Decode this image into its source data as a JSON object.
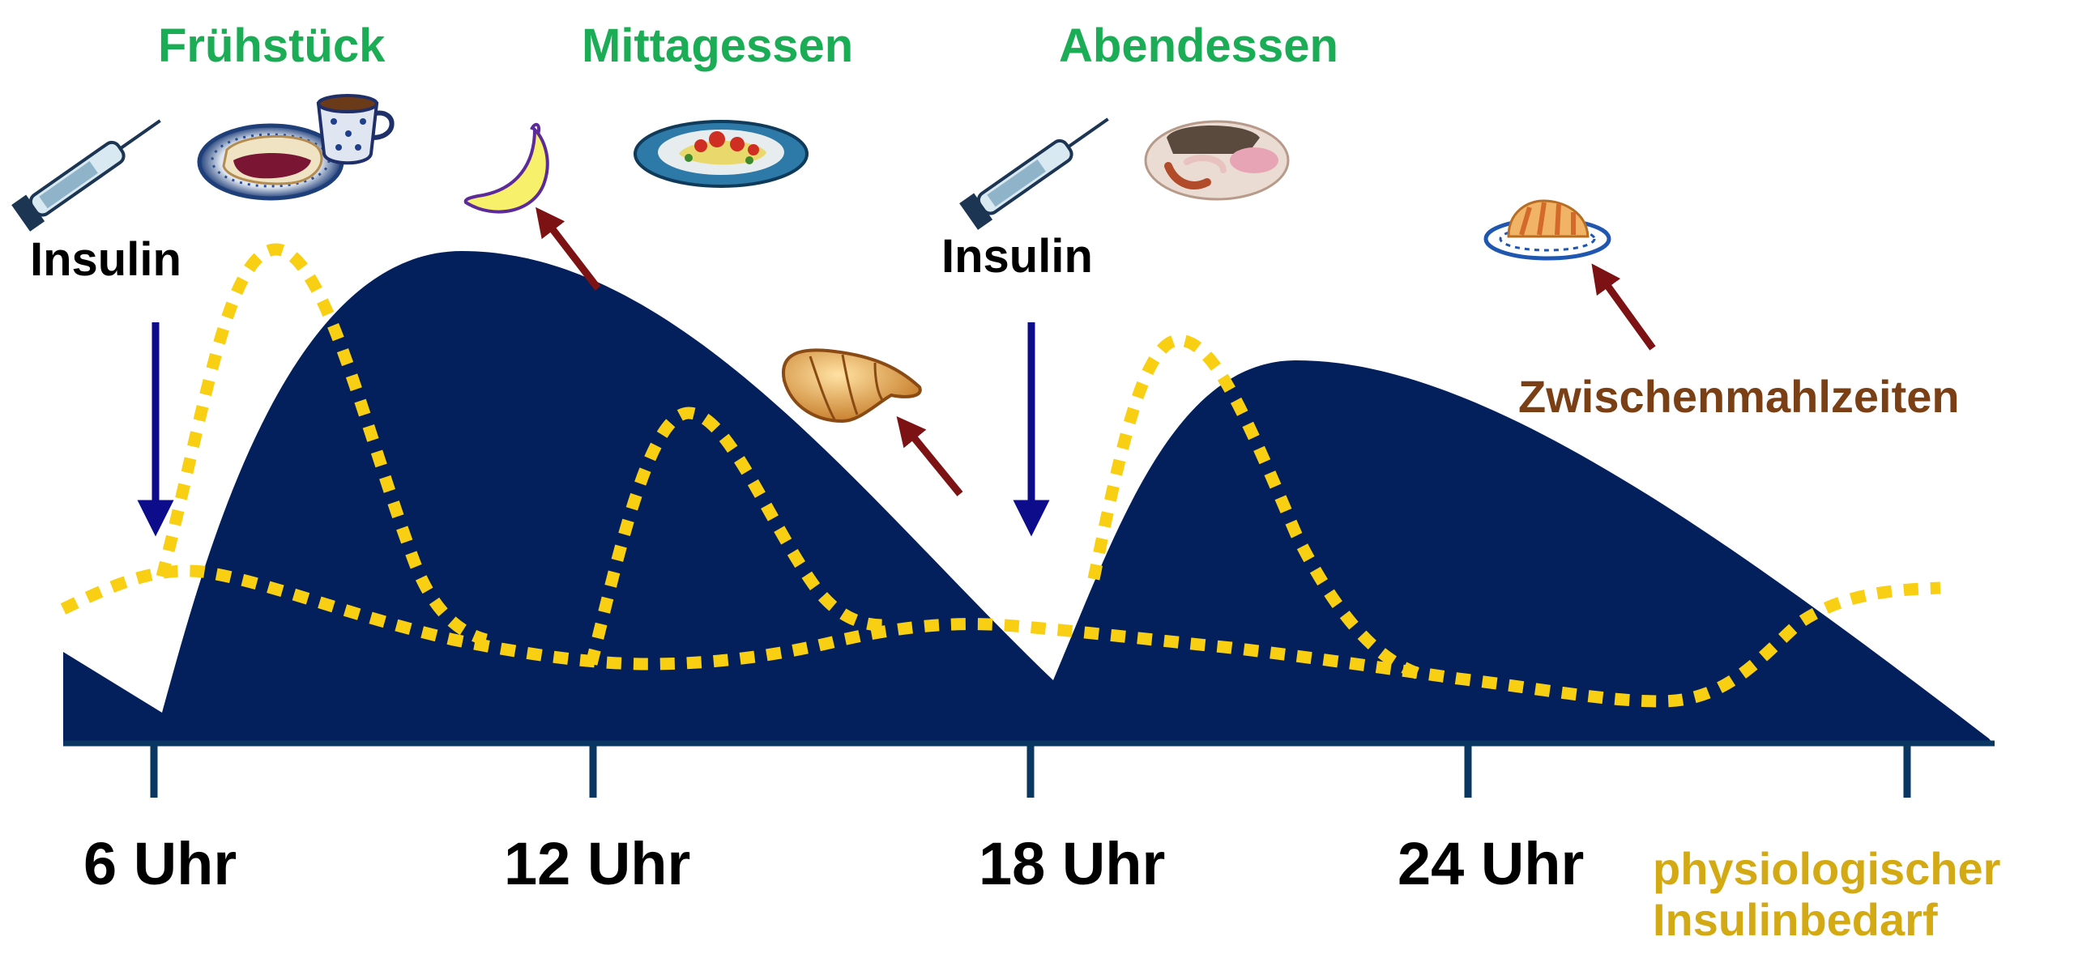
{
  "meals": {
    "breakfast": "Frühstück",
    "lunch": "Mittagessen",
    "dinner": "Abendessen"
  },
  "insulin": {
    "morning": "Insulin",
    "evening": "Insulin"
  },
  "time_axis": {
    "ticks": [
      "6 Uhr",
      "12 Uhr",
      "18 Uhr",
      "24 Uhr"
    ]
  },
  "snacks_label": "Zwischenmahlzeiten",
  "legend": {
    "line1": "physiologischer",
    "line2": "Insulinbedarf"
  },
  "icons": [
    "syringe-icon",
    "breakfast-plate-icon",
    "coffee-cup-icon",
    "banana-icon",
    "pasta-plate-icon",
    "croissant-icon",
    "cold-cuts-plate-icon",
    "cookies-plate-icon",
    "down-arrow-icon",
    "snack-arrow-icon"
  ],
  "colors": {
    "meal_labels": "#1aad55",
    "insulin_area": "#03205c",
    "physiological_curve": "#f8cf12",
    "snack_label": "#7a3f14",
    "snack_arrows": "#7d1214",
    "injection_arrows": "#0d0d8c",
    "legend_text": "#d4aa14",
    "axis": "#0a3762"
  }
}
